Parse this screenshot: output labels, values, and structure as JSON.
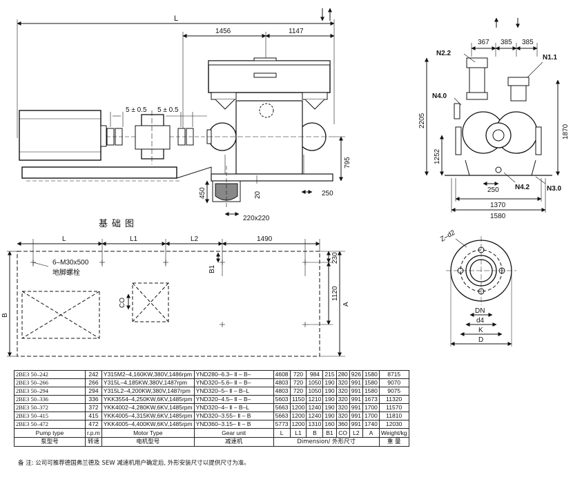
{
  "side_view": {
    "overall_length": "L",
    "dims_top": [
      "1456",
      "1147"
    ],
    "coupling_gaps": [
      "5 ± 0.5",
      "5 ± 0.5"
    ],
    "height_795": "795",
    "depth_450": "450",
    "dim_20": "20",
    "dim_250": "250",
    "pit_size": "220x220"
  },
  "end_view": {
    "top_dims": [
      "367",
      "385",
      "385"
    ],
    "heights": [
      "2205",
      "1252",
      "1870"
    ],
    "bottom_dims": [
      "250",
      "1370",
      "1580"
    ],
    "nozzles": [
      "N2.2",
      "N1.1",
      "N4.0",
      "N4.2",
      "N3.0"
    ]
  },
  "plan": {
    "title": "基础图",
    "dims_top": [
      "L",
      "L1",
      "L2",
      "1490"
    ],
    "bolt_spec": "6–M30x500",
    "bolt_name": "地脚螺栓",
    "side_B": "B",
    "b1": "B1",
    "co": "CO",
    "dim_230": "230",
    "dim_1120": "1120",
    "side_A": "A"
  },
  "flange": {
    "z_label": "Z–d2",
    "labels": [
      "DN",
      "d4",
      "K",
      "D"
    ]
  },
  "table": {
    "rows": [
      [
        "2BE3 50–242",
        "242",
        "Y315M2–4,160KW,380V,1486rpm",
        "YND280–6.3– Ⅱ – B–",
        "4608",
        "720",
        "984",
        "215",
        "280",
        "926",
        "1580",
        "8715"
      ],
      [
        "2BE3 50–266",
        "266",
        "Y315L–4,185KW,380V,1487rpm",
        "YND320–5.6– Ⅱ – B–",
        "4803",
        "720",
        "1050",
        "190",
        "320",
        "991",
        "1580",
        "9070"
      ],
      [
        "2BE3 50–294",
        "294",
        "Y315L2–4,200KW,380V,1487rpm",
        "YND320–5– Ⅱ – B–L",
        "4803",
        "720",
        "1050",
        "190",
        "320",
        "991",
        "1580",
        "9075"
      ],
      [
        "2BE3 50–336",
        "336",
        "YKK3554–4,250KW,6KV,1485rpm",
        "YND320–4.5– Ⅱ – B–",
        "5603",
        "1150",
        "1210",
        "190",
        "320",
        "991",
        "1673",
        "11320"
      ],
      [
        "2BE3 50–372",
        "372",
        "YKK4002–4,280KW,6KV,1485rpm",
        "YND320–4– Ⅱ – B–L",
        "5663",
        "1200",
        "1240",
        "190",
        "320",
        "991",
        "1700",
        "11570"
      ],
      [
        "2BE3 50–415",
        "415",
        "YKK4005–4,315KW,6KV,1485rpm",
        "YND320–3.55– Ⅱ – B",
        "5663",
        "1200",
        "1240",
        "190",
        "320",
        "991",
        "1700",
        "11810"
      ],
      [
        "2BE3 50–472",
        "472",
        "YKK4005–4,400KW,6KV,1485rpm",
        "YND360–3.15– Ⅱ – B",
        "5773",
        "1200",
        "1310",
        "160",
        "360",
        "991",
        "1740",
        "12030"
      ]
    ],
    "header_en": [
      "Pump type",
      "r.p.m",
      "Motor Type",
      "Gear unit"
    ],
    "dim_cols": [
      "L",
      "L1",
      "B",
      "B1",
      "CO",
      "L2",
      "A"
    ],
    "weight_en": "Weight/kg",
    "header_cn": [
      "泵型号",
      "转速",
      "电机型号",
      "减速机"
    ],
    "dimension_label": "Dimension/ 外形尺寸",
    "weight_cn": "重  量"
  },
  "note": "备  注: 公司可推荐德国弗兰德及 SEW 减速机用户确定后, 外形安装尺寸以提供尺寸为准。"
}
